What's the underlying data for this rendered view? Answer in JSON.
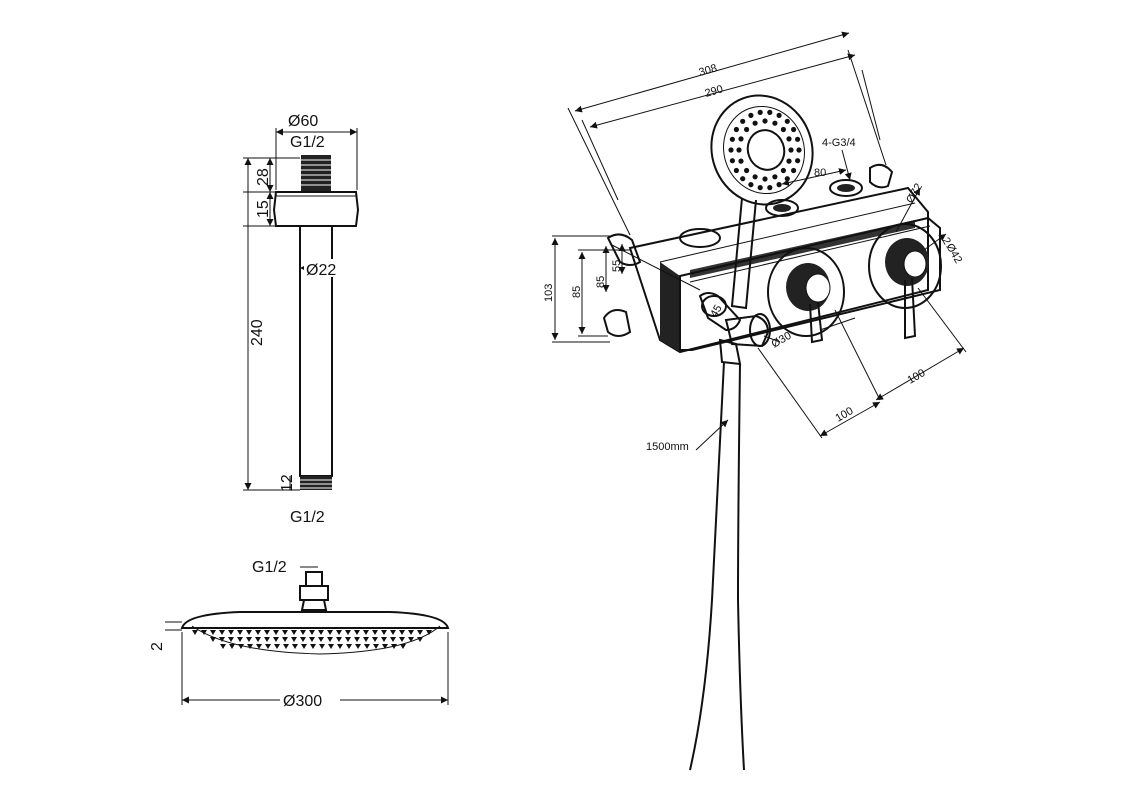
{
  "shower_arm": {
    "flange_diameter": "Ø60",
    "thread_top": "G1/2",
    "thread_height": "28",
    "flange_height": "15",
    "pipe_diameter": "Ø22",
    "total_length": "240",
    "bottom_thread_length": "12",
    "thread_bottom": "G1/2"
  },
  "shower_head": {
    "thread": "G1/2",
    "thickness": "2",
    "diameter": "Ø300"
  },
  "mixer": {
    "overall_length": "308",
    "body_length": "290",
    "outlets": "4-G3/4",
    "outlet_spacing": "80",
    "flange_diameter": "Ø72",
    "handle_diameter": "Ø42",
    "handle_offset": "2",
    "height_overall": "103",
    "height_body": "85",
    "dim_85_small": "85",
    "dim_55": "55",
    "elbow_offset": "45",
    "holder_diameter": "Ø30",
    "handle_spacing_1": "100",
    "handle_spacing_2": "100",
    "hose_length": "1500mm"
  }
}
